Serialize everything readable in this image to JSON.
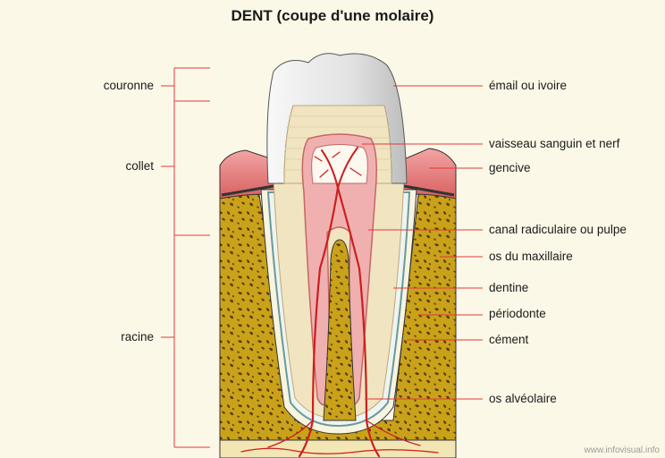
{
  "title": "DENT (coupe d'une molaire)",
  "left_labels": {
    "couronne": "couronne",
    "collet": "collet",
    "racine": "racine"
  },
  "right_labels": {
    "email": "émail ou ivoire",
    "vaisseau": "vaisseau sanguin et nerf",
    "gencive": "gencive",
    "canal": "canal radiculaire ou pulpe",
    "os_maxillaire": "os du maxillaire",
    "dentine": "dentine",
    "periodonte": "périodonte",
    "cement": "cément",
    "os_alveolaire": "os alvéolaire"
  },
  "watermark": "www.infovisual.info",
  "colors": {
    "background": "#fcf8e8",
    "leader_line": "#e03a3a",
    "bone": "#c9a21a",
    "bone_spot": "#5a3a0a",
    "gum": "#e88a8a",
    "pulp": "#f0b0b0",
    "dentine": "#f1e4c0",
    "enamel": "#e6e6e6",
    "nerve": "#cc1f1f"
  }
}
